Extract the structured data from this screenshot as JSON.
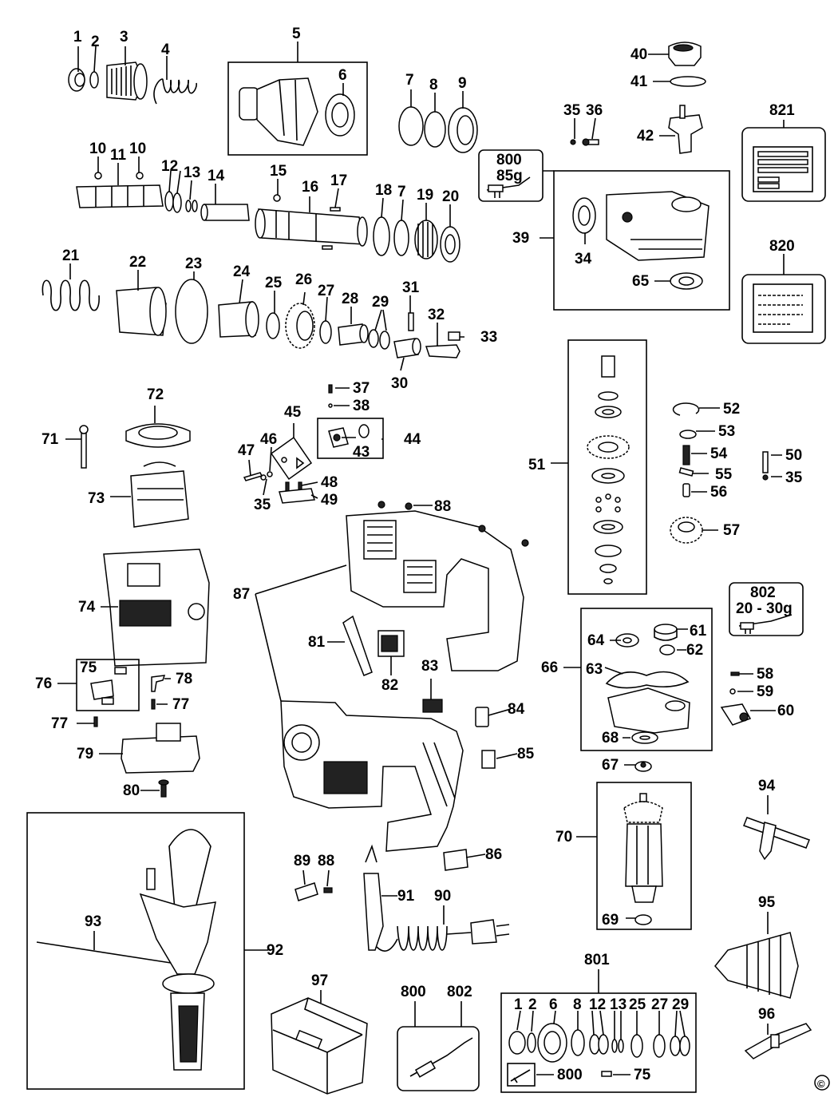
{
  "diagram": {
    "labels": {
      "p1": "1",
      "p2": "2",
      "p3": "3",
      "p4": "4",
      "p5": "5",
      "p6": "6",
      "p7": "7",
      "p8": "8",
      "p9": "9",
      "p10": "10",
      "p11": "11",
      "p12": "12",
      "p13": "13",
      "p14": "14",
      "p15": "15",
      "p16": "16",
      "p17": "17",
      "p18": "18",
      "p19": "19",
      "p20": "20",
      "p21": "21",
      "p22": "22",
      "p23": "23",
      "p24": "24",
      "p25": "25",
      "p26": "26",
      "p27": "27",
      "p28": "28",
      "p29": "29",
      "p30": "30",
      "p31": "31",
      "p32": "32",
      "p33": "33",
      "p34": "34",
      "p35": "35",
      "p36": "36",
      "p37": "37",
      "p38": "38",
      "p39": "39",
      "p40": "40",
      "p41": "41",
      "p42": "42",
      "p43": "43",
      "p44": "44",
      "p45": "45",
      "p46": "46",
      "p47": "47",
      "p48": "48",
      "p49": "49",
      "p50": "50",
      "p51": "51",
      "p52": "52",
      "p53": "53",
      "p54": "54",
      "p55": "55",
      "p56": "56",
      "p57": "57",
      "p58": "58",
      "p59": "59",
      "p60": "60",
      "p61": "61",
      "p62": "62",
      "p63": "63",
      "p64": "64",
      "p65": "65",
      "p66": "66",
      "p67": "67",
      "p68": "68",
      "p69": "69",
      "p70": "70",
      "p71": "71",
      "p72": "72",
      "p73": "73",
      "p74": "74",
      "p75": "75",
      "p76": "76",
      "p77": "77",
      "p78": "78",
      "p79": "79",
      "p80": "80",
      "p81": "81",
      "p82": "82",
      "p83": "83",
      "p84": "84",
      "p85": "85",
      "p86": "86",
      "p87": "87",
      "p88": "88",
      "p89": "89",
      "p90": "90",
      "p91": "91",
      "p92": "92",
      "p93": "93",
      "p94": "94",
      "p95": "95",
      "p96": "96",
      "p97": "97",
      "p800": "800",
      "p801": "801",
      "p802": "802",
      "p820": "820",
      "p821": "821"
    },
    "grease_800": {
      "number": "800",
      "weight": "85g"
    },
    "grease_802": {
      "number": "802",
      "weight": "20 - 30g"
    },
    "kit_801": {
      "top_labels": [
        "1",
        "2",
        "6",
        "8",
        "12",
        "13",
        "25",
        "27",
        "29"
      ],
      "bottom_labels": [
        "800",
        "75"
      ]
    },
    "copyright": "©"
  }
}
